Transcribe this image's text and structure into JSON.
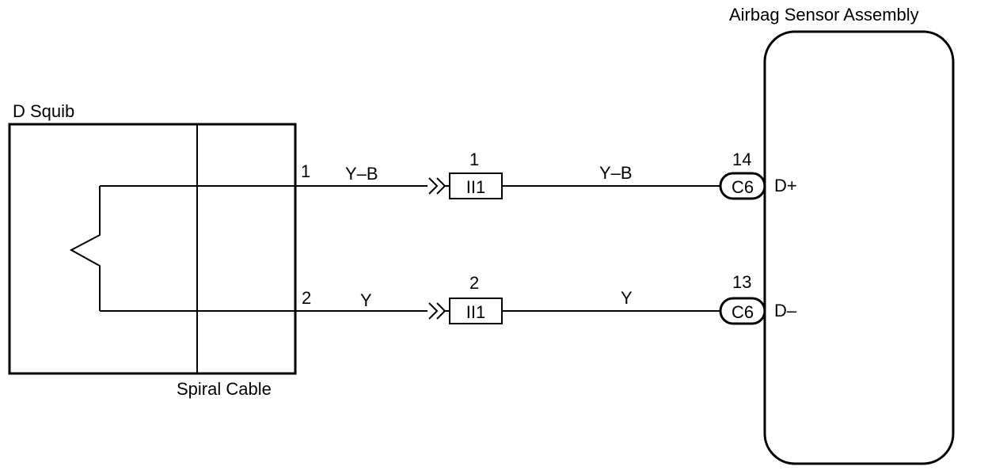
{
  "components": {
    "squib": {
      "label": "D Squib"
    },
    "spiral_cable": {
      "label": "Spiral Cable"
    },
    "sensor": {
      "label": "Airbag Sensor Assembly"
    }
  },
  "circuits": [
    {
      "squib_pin": "1",
      "wire_color_left": "Y–B",
      "connector_pin": "1",
      "connector_code": "II1",
      "wire_color_right": "Y–B",
      "sensor_pin": "14",
      "sensor_connector": "C6",
      "terminal": "D+"
    },
    {
      "squib_pin": "2",
      "wire_color_left": "Y",
      "connector_pin": "2",
      "connector_code": "II1",
      "wire_color_right": "Y",
      "sensor_pin": "13",
      "sensor_connector": "C6",
      "terminal": "D–"
    }
  ]
}
